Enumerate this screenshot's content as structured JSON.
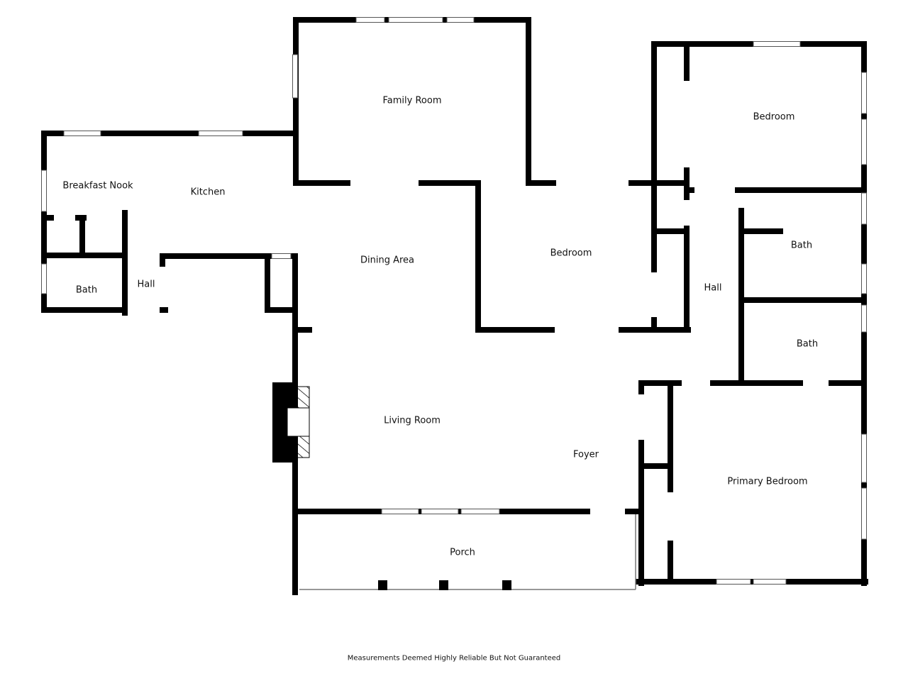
{
  "rooms": {
    "family_room": "Family Room",
    "breakfast_nook": "Breakfast Nook",
    "kitchen": "Kitchen",
    "dining_area": "Dining Area",
    "bedroom_center": "Bedroom",
    "bedroom_ne": "Bedroom",
    "bath_upper": "Bath",
    "bath_lower": "Bath",
    "hall_east": "Hall",
    "bath_west": "Bath",
    "hall_west": "Hall",
    "living_room": "Living Room",
    "foyer": "Foyer",
    "primary_bedroom": "Primary Bedroom",
    "porch": "Porch"
  },
  "footer": "Measurements Deemed Highly Reliable But Not Guaranteed",
  "colors": {
    "wall": "#000000",
    "window": "#ffffff",
    "background": "#ffffff"
  }
}
